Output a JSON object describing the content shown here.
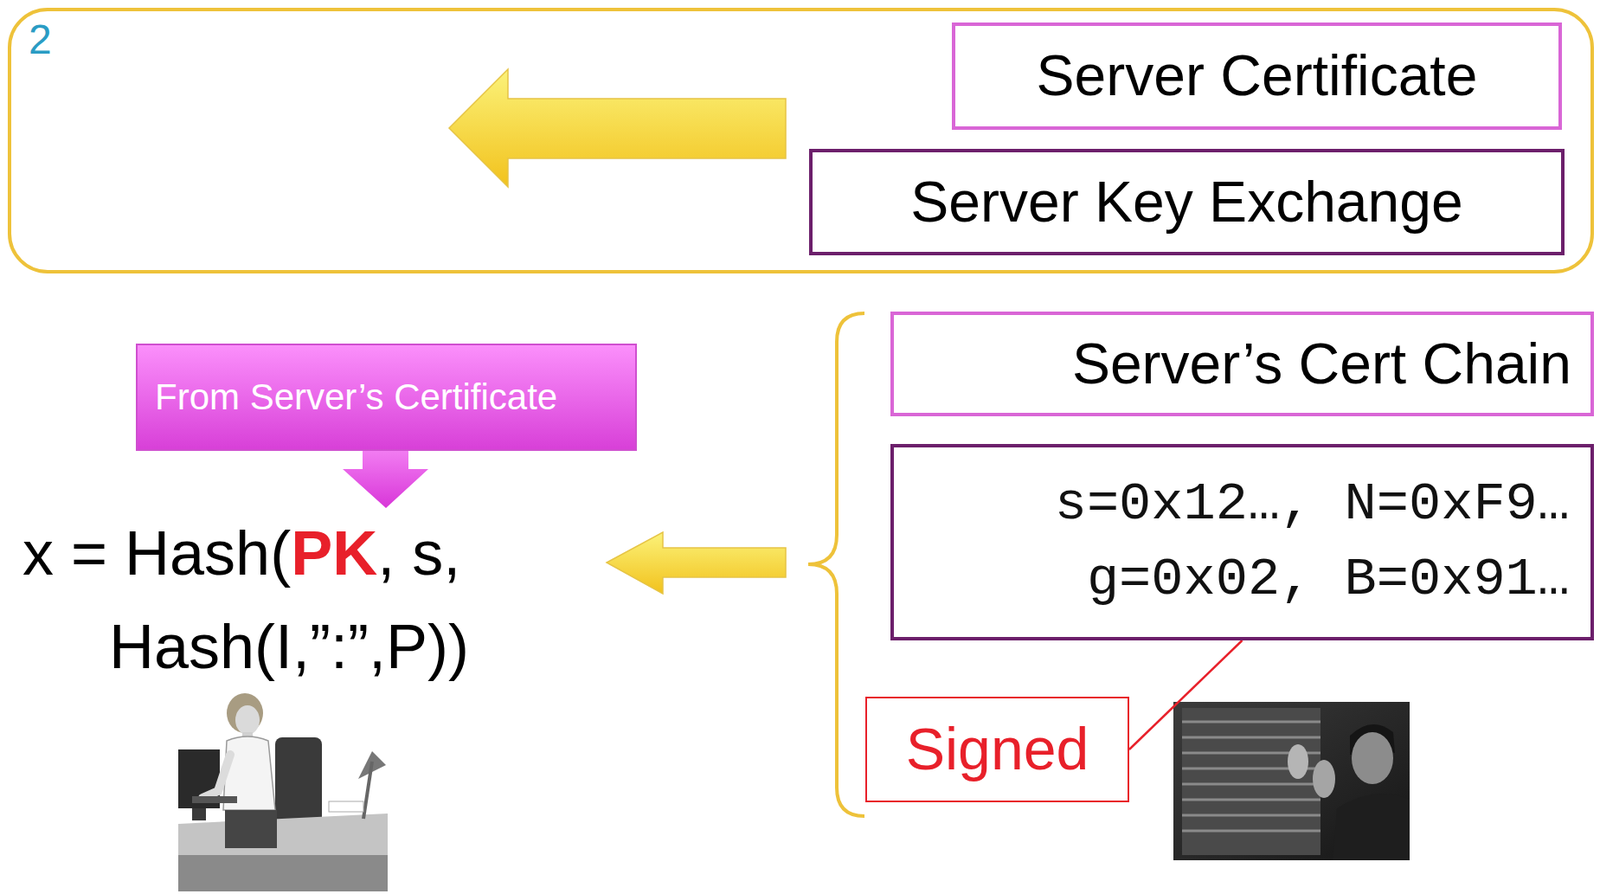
{
  "diagram": {
    "nodes": [
      {
        "text": [
          "2"
        ]
      },
      {
        "text": [
          "Server Certificate"
        ],
        "in": 0
      },
      {
        "text": [
          "Server Key Exchange"
        ],
        "in": 0
      },
      {
        "text": [
          "Server’s Cert Chain"
        ]
      },
      {
        "text": [
          "From Server’s Certificate"
        ]
      },
      {
        "text": [
          "s=0x12…, N=0xF9…",
          "g=0x02, B=0x91…"
        ]
      },
      {
        "text": [
          "Signed"
        ]
      }
    ],
    "edges": [
      {
        "from": 6,
        "to": 5,
        "arrow": "none"
      }
    ],
    "labels": [
      "x = Hash(",
      "PK",
      ", s,",
      "Hash(I,”:”,P))"
    ]
  }
}
